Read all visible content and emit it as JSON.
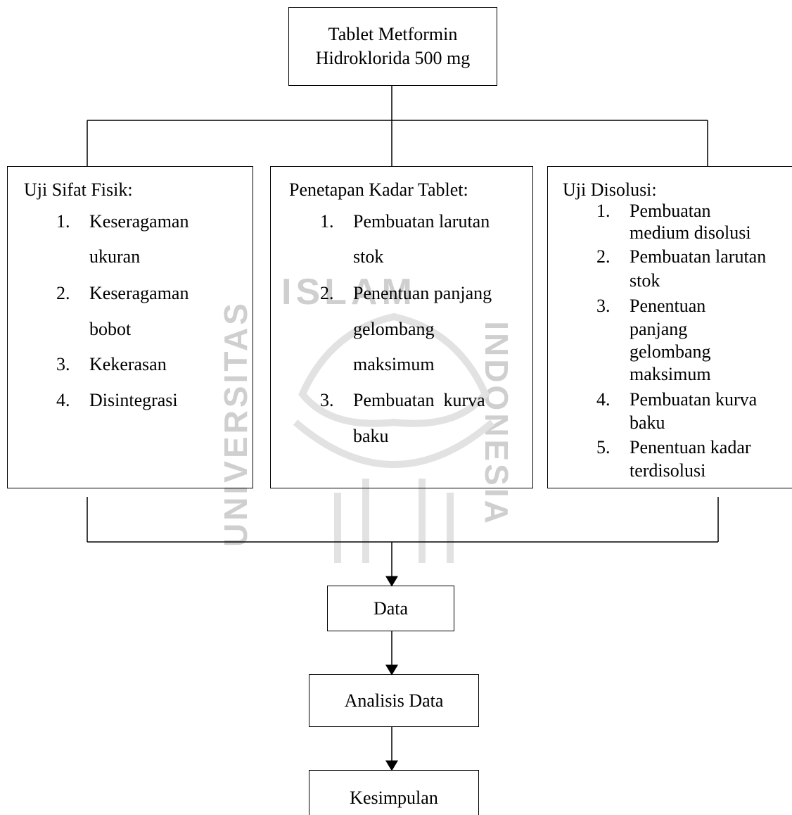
{
  "top": {
    "line1": "Tablet Metformin",
    "line2": "Hidroklorida 500 mg"
  },
  "col1": {
    "title": "Uji Sifat Fisik:",
    "items": [
      {
        "num": "1.",
        "lines": [
          "Keseragaman",
          "ukuran"
        ]
      },
      {
        "num": "2.",
        "lines": [
          "Keseragaman",
          "bobot"
        ]
      },
      {
        "num": "3.",
        "lines": [
          "Kekerasan"
        ]
      },
      {
        "num": "4.",
        "lines": [
          "Disintegrasi"
        ]
      }
    ]
  },
  "col2": {
    "title": "Penetapan Kadar Tablet:",
    "items": [
      {
        "num": "1.",
        "lines": [
          "Pembuatan larutan",
          "stok"
        ]
      },
      {
        "num": "2.",
        "lines": [
          "Penentuan panjang",
          "gelombang",
          "maksimum"
        ]
      },
      {
        "num": "3.",
        "lines": [
          "Pembuatan  kurva",
          "baku"
        ]
      }
    ]
  },
  "col3": {
    "title": "Uji Disolusi:",
    "items": [
      {
        "num": "1.",
        "lines": [
          "Pembuatan",
          "medium disolusi"
        ]
      },
      {
        "num": "2.",
        "lines": [
          "Pembuatan larutan",
          "stok"
        ]
      },
      {
        "num": "3.",
        "lines": [
          "Penentuan",
          "panjang",
          "gelombang",
          "maksimum"
        ]
      },
      {
        "num": "4.",
        "lines": [
          "Pembuatan kurva",
          "baku"
        ]
      },
      {
        "num": "5.",
        "lines": [
          "Penentuan kadar",
          "terdisolusi"
        ]
      }
    ]
  },
  "data_box": "Data",
  "analisis_box": "Analisis Data",
  "kesimpulan_box": "Kesimpulan",
  "watermark": {
    "top": "ISLAM",
    "left": "UNIVERSITAS",
    "right": "INDONESIA"
  }
}
